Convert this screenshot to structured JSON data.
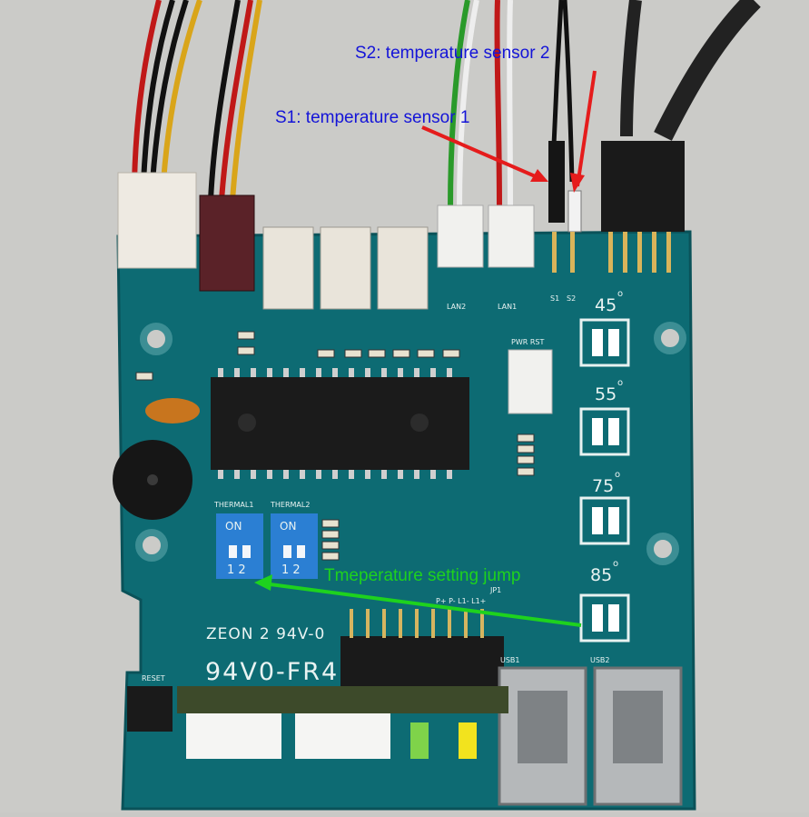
{
  "annotations": {
    "s2": {
      "text": "S2: temperature sensor 2",
      "color": "#1414d8"
    },
    "s1": {
      "text": "S1: temperature sensor 1",
      "color": "#1414d8"
    },
    "jump": {
      "text": "Tmeperature setting jump",
      "color": "#1ed21e"
    }
  },
  "board": {
    "model": "ZEON 2 94V-0",
    "material": "94V0-FR4",
    "reset": "RESET",
    "thermal1": "THERMAL1",
    "thermal2": "THERMAL2",
    "switch_on": "ON",
    "switch_pins": "1 2",
    "pwr_rst": "PWR RST",
    "lan2": "LAN2",
    "lan1": "LAN1",
    "s1": "S1",
    "s2": "S2",
    "usb1": "USB1",
    "usb2": "USB2",
    "jp1": "JP1",
    "jp1_pins": "P+ P- L1- L1+",
    "temps": [
      "45",
      "55",
      "75",
      "85"
    ],
    "degree": "o"
  },
  "colors": {
    "pcb": "#0d6b73",
    "arrow_red": "#e51c1c",
    "arrow_green": "#1ed21e"
  }
}
